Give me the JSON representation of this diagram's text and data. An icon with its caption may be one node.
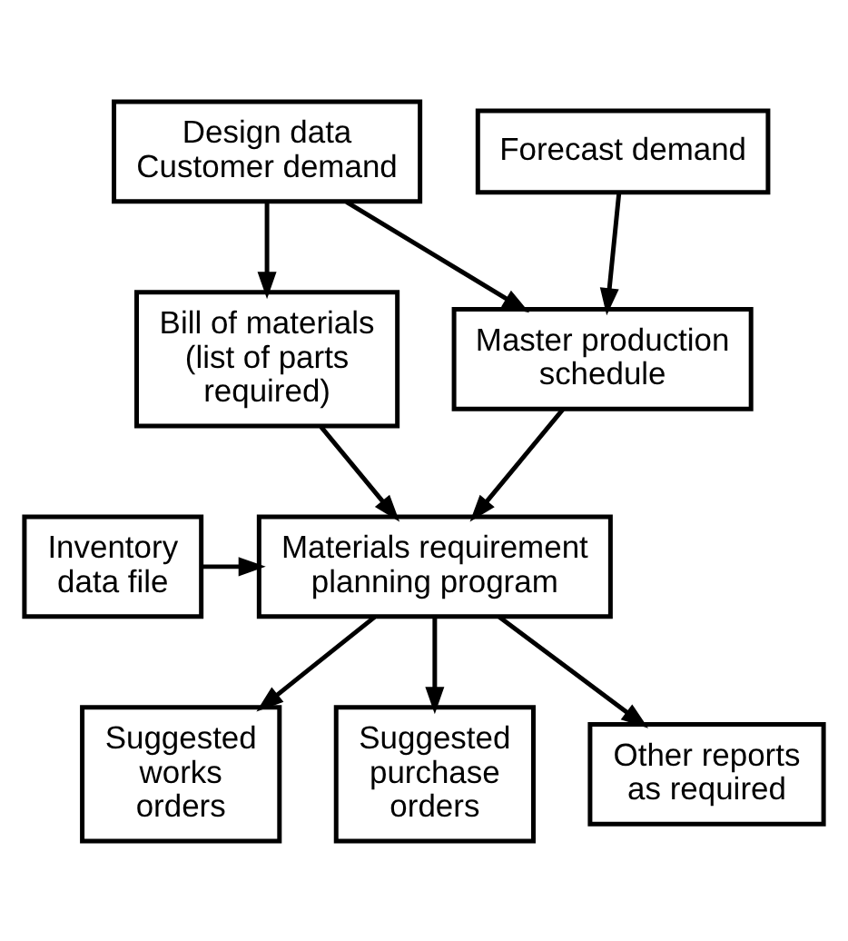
{
  "diagram": {
    "nodes": [
      {
        "text": [
          "Design data",
          "Customer demand"
        ]
      },
      {
        "text": [
          "Forecast demand"
        ]
      },
      {
        "text": [
          "Bill of materials (list of parts required)"
        ]
      },
      {
        "text": [
          "Master production schedule"
        ]
      },
      {
        "text": [
          "Inventory data file"
        ]
      },
      {
        "text": [
          "Materials requirement planning program"
        ]
      },
      {
        "text": [
          "Suggested works orders"
        ]
      },
      {
        "text": [
          "Suggested purchase orders"
        ]
      },
      {
        "text": [
          "Other reports as required"
        ]
      }
    ],
    "edges": [
      {
        "from": 0,
        "to": 2,
        "arrow": "to"
      },
      {
        "from": 0,
        "to": 3,
        "arrow": "to"
      },
      {
        "from": 1,
        "to": 3,
        "arrow": "to"
      },
      {
        "from": 2,
        "to": 5,
        "arrow": "to"
      },
      {
        "from": 3,
        "to": 5,
        "arrow": "to"
      },
      {
        "from": 4,
        "to": 5,
        "arrow": "to"
      },
      {
        "from": 5,
        "to": 6,
        "arrow": "to"
      },
      {
        "from": 5,
        "to": 7,
        "arrow": "to"
      },
      {
        "from": 5,
        "to": 8,
        "arrow": "to"
      }
    ]
  }
}
